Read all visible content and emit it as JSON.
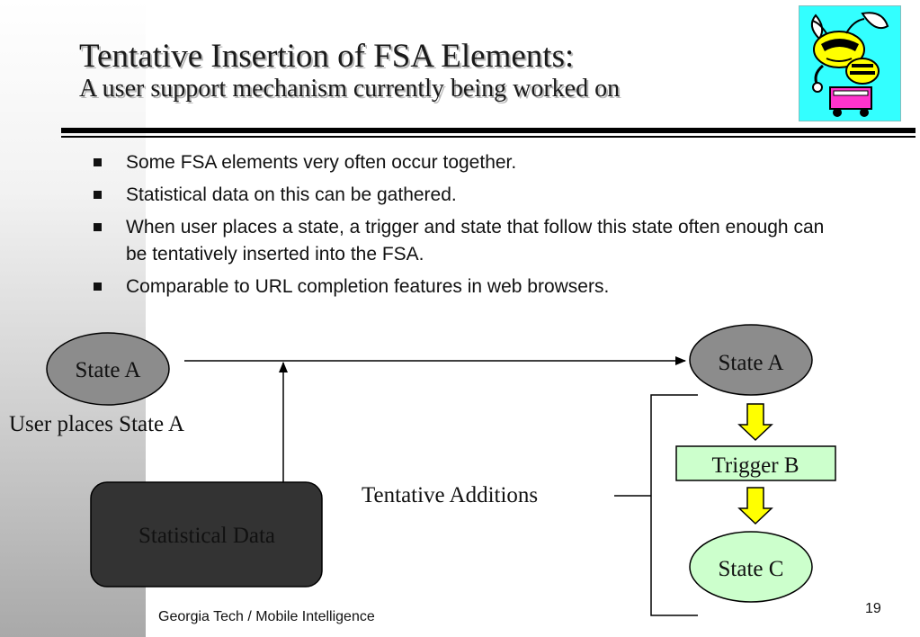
{
  "header": {
    "title": "Tentative Insertion of FSA Elements:",
    "subtitle": "A user support mechanism currently being worked on"
  },
  "bullets": [
    "Some FSA elements very often occur together.",
    "Statistical data on this can be gathered.",
    "When user places a state, a trigger and state that follow this state often enough can be tentatively inserted into the FSA.",
    "Comparable to URL completion features in web browsers."
  ],
  "diagram": {
    "left_state": "State A",
    "left_caption": "User places State A",
    "statistical_data": "Statistical Data",
    "tentative_label": "Tentative Additions",
    "right_state_a": "State A",
    "trigger": "Trigger B",
    "right_state_c": "State C"
  },
  "colors": {
    "state_fill_gray": "#8c8c8c",
    "state_fill_green": "#ccffcc",
    "trigger_fill": "#ccffcc",
    "arrow_yellow": "#ffff00",
    "stat_box_fill": "#333333",
    "mascot_bg": "#33ffff"
  },
  "footer": {
    "text": "Georgia Tech / Mobile Intelligence",
    "page_number": "19"
  },
  "icons": {
    "logo": "yellow-jacket-mascot-icon"
  }
}
